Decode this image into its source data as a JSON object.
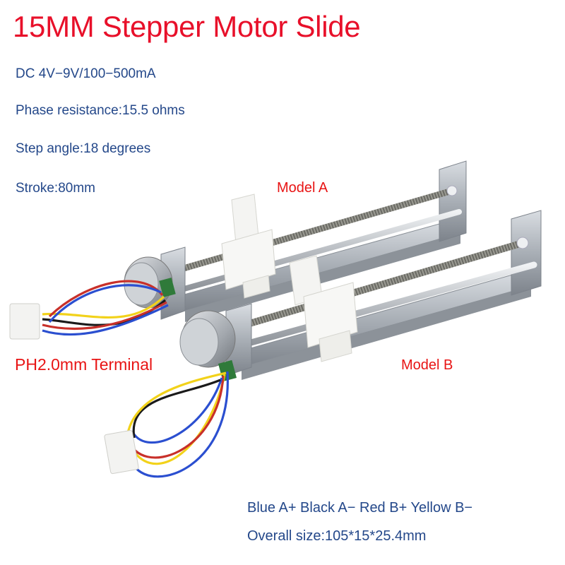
{
  "header": {
    "title": "15MM Stepper Motor Slide"
  },
  "specs": [
    "DC 4V−9V/100−500mA",
    "Phase resistance:15.5 ohms",
    "Step angle:18 degrees",
    "Stroke:80mm"
  ],
  "labels": {
    "model_a": "Model A",
    "model_b": "Model B",
    "terminal": "PH2.0mm Terminal"
  },
  "footer": {
    "wiring": "Blue A+ Black A− Red B+ Yellow B−",
    "overall_size": "Overall size:105*15*25.4mm"
  },
  "colors": {
    "title_red": "#e8102a",
    "spec_blue": "#24488a",
    "label_red": "#e81414",
    "wire_blue": "#2b4fd0",
    "wire_black": "#1a1a1a",
    "wire_red": "#c8302a",
    "wire_yellow": "#f2d21a"
  }
}
